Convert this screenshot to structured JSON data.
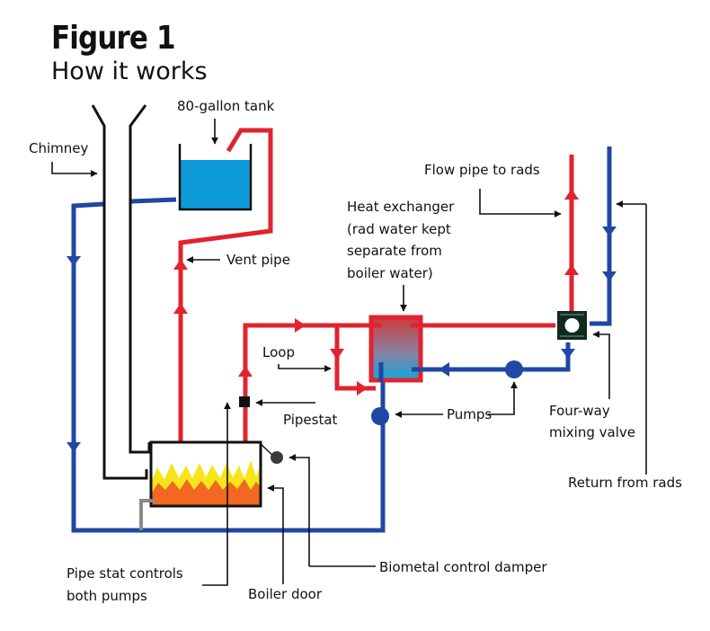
{
  "header": {
    "title": "Figure 1",
    "subtitle": "How it works"
  },
  "colors": {
    "hot_pipe": "#e0232e",
    "cold_pipe": "#1f47a3",
    "tank_water": "#0d9ad8",
    "flame_yellow": "#f7e51b",
    "flame_orange": "#f26722",
    "valve": "#0f2a1e",
    "damper": "#3a3a3a",
    "gray_pipe": "#8a8a80",
    "outline": "#111111"
  },
  "labels": {
    "tank": "80-gallon tank",
    "chimney": "Chimney",
    "vent_pipe": "Vent pipe",
    "flow_pipe": "Flow pipe to rads",
    "heat_exchanger": [
      "Heat exchanger",
      "(rad water kept",
      "separate from",
      "boiler water)"
    ],
    "loop": "Loop",
    "pipestat": "Pipestat",
    "pumps": "Pumps",
    "four_way_valve": [
      "Four-way",
      "mixing valve"
    ],
    "return": "Return from rads",
    "pipe_stat_controls": [
      "Pipe stat controls",
      "both pumps"
    ],
    "boiler_door": "Boiler door",
    "damper": "Biometal control damper"
  }
}
